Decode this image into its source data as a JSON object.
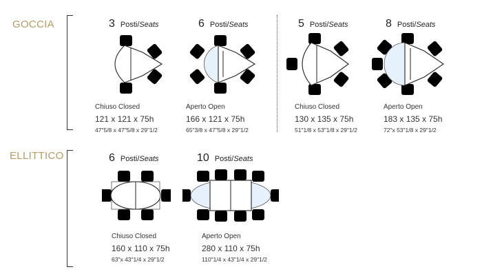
{
  "sections": [
    {
      "label": "GOCCIA",
      "tables": [
        {
          "seats": "3",
          "seats_label": "Posti/",
          "seats_label_en": "Seats",
          "state": "Chiuso Closed",
          "dims_cm": "121 x 121 x 75h",
          "dims_in": "47\"5/8 x 47\"5/8 x 29\"1/2"
        },
        {
          "seats": "6",
          "seats_label": "Posti/",
          "seats_label_en": "Seats",
          "state": "Aperto Open",
          "dims_cm": "166 x 121 x 75h",
          "dims_in": "65\"3/8 x 47\"5/8 x 29\"1/2"
        },
        {
          "seats": "5",
          "seats_label": "Posti/",
          "seats_label_en": "Seats",
          "state": "Chiuso Closed",
          "dims_cm": "130 x 135 x 75h",
          "dims_in": "51\"1/8 x 53\"1/8 x 29\"1/2"
        },
        {
          "seats": "8",
          "seats_label": "Posti/",
          "seats_label_en": "Seats",
          "state": "Aperto Open",
          "dims_cm": "183 x 135 x 75h",
          "dims_in": "72\"x 53\"1/8 x 29\"1/2"
        }
      ]
    },
    {
      "label": "ELLITTICO",
      "tables": [
        {
          "seats": "6",
          "seats_label": "Posti/",
          "seats_label_en": "Seats",
          "state": "Chiuso Closed",
          "dims_cm": "160 x 110 x 75h",
          "dims_in": "63\"x 43\"1/4 x 29\"1/2"
        },
        {
          "seats": "10",
          "seats_label": "Posti/",
          "seats_label_en": "Seats",
          "state": "Aperto Open",
          "dims_cm": "280 x 110 x 75h",
          "dims_in": "110\"1/4 x 43\"1/4 x 29\"1/2"
        }
      ]
    }
  ],
  "colors": {
    "label": "#b59b62",
    "extension": "#e6f1fb"
  }
}
